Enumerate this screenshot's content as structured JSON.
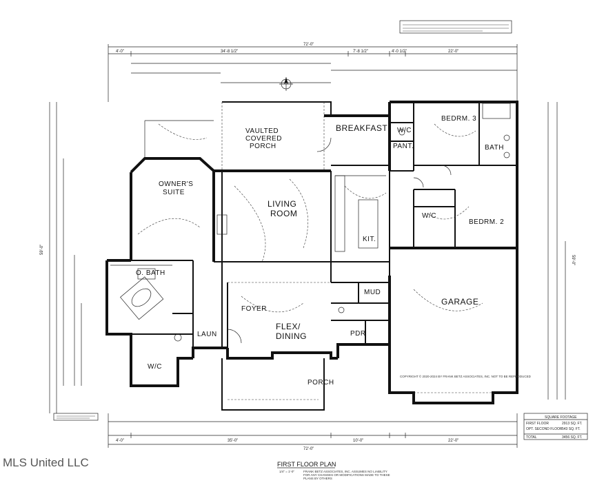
{
  "rooms": {
    "owners_suite": [
      "OWNER'S",
      "SUITE"
    ],
    "vaulted_porch": [
      "VAULTED",
      "COVERED",
      "PORCH"
    ],
    "breakfast": "BREAKFAST",
    "bedrm3": "BEDRM. 3",
    "bedrm2": "BEDRM. 2",
    "living_room": [
      "LIVING",
      "ROOM"
    ],
    "kit": "KIT.",
    "wic": "W/C",
    "pant": "PANT.",
    "bath": "BATH",
    "wic2": "W/C",
    "o_bath": "O. BATH",
    "foyer": "FOYER",
    "flex_dining": [
      "FLEX/",
      "DINING"
    ],
    "mud": "MUD",
    "garage": "GARAGE",
    "pdr": "PDR",
    "laun": "LAUN",
    "wic3": "W/C",
    "porch": "PORCH"
  },
  "dimensions": {
    "top_overall": "72'-0\"",
    "top_left": "4'-0\"",
    "top_mid": "34'-8 1/2\"",
    "top_r1": "7'-8 1/2\"",
    "top_r2": "4'-0 1/2\"",
    "top_r3": "22'-0\"",
    "bottom_overall": "72'-0\"",
    "bottom_left": "4'-0\"",
    "bottom_mid": "35'-0\"",
    "bottom_r1": "10'-0\"",
    "bottom_r2": "22'-0\"",
    "left_overall": "59'-0\"",
    "right_overall": "59'-0\""
  },
  "title_block": {
    "title": "FIRST FLOOR PLAN",
    "scale": "1/4\" = 1'-0\"",
    "disclaimer": [
      "FRANK BETZ ASSOCIATES, INC. ASSUMES NO LIABILITY",
      "FOR ANY CHANGES OR MODIFICATIONS MADE TO THESE",
      "PLANS BY OTHERS"
    ]
  },
  "square_footage": {
    "heading": "SQUARE FOOTAGE",
    "rows": [
      {
        "label": "FIRST FLOOR",
        "value": "2913 SQ. FT."
      },
      {
        "label": "OPT. SECOND FLOOR",
        "value": "543 SQ. FT."
      },
      {
        "label": "TOTAL",
        "value": "3456 SQ. FT."
      }
    ]
  },
  "copyright": "COPYRIGHT © 2020-2024 BY FRANK BETZ ASSOCIATES, INC. NOT TO BE REPRODUCED",
  "watermark": "MLS United LLC"
}
